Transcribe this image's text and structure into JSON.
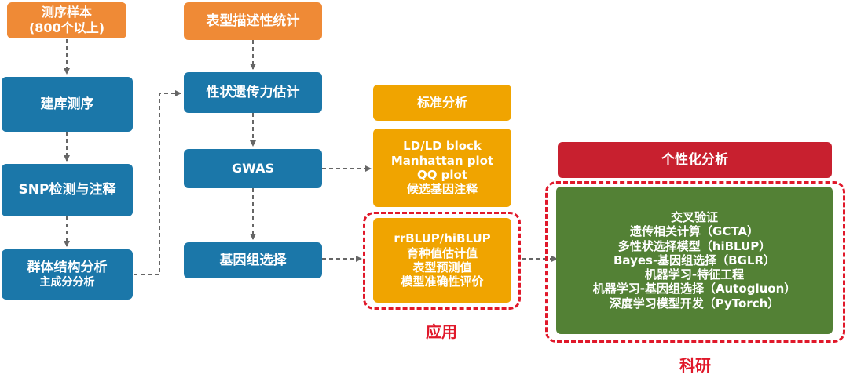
{
  "col1": {
    "sample": {
      "line1": "测序样本",
      "line2": "(800个以上)"
    },
    "library": "建库测序",
    "snp": "SNP检测与注释",
    "population": {
      "line1": "群体结构分析",
      "line2": "主成分分析"
    }
  },
  "col2": {
    "stats": "表型描述性统计",
    "heritability": "性状遗传力估计",
    "gwas": "GWAS",
    "genomic_selection": "基因组选择"
  },
  "standard": {
    "header": "标准分析",
    "items": [
      "LD/LD block",
      "Manhattan plot",
      "QQ plot",
      "候选基因注释"
    ]
  },
  "application": {
    "items": [
      "rrBLUP/hiBLUP",
      "育种值估计值",
      "表型预测值",
      "模型准确性评价"
    ],
    "label": "应用"
  },
  "personalized": {
    "header": "个性化分析",
    "items": [
      "交叉验证",
      "遗传相关计算（GCTA）",
      "多性状选择模型（hiBLUP）",
      "Bayes-基因组选择（BGLR）",
      "机器学习-特征工程",
      "机器学习-基因组选择（Autogluon）",
      "深度学习模型开发（PyTorch）"
    ],
    "label": "科研"
  },
  "colors": {
    "blue": "#1b77a9",
    "orange_header": "#ef8a36",
    "gold": "#f0a400",
    "red_header": "#c8202f",
    "green": "#538135",
    "dashed_red": "#e0182a",
    "arrow_gray": "#666666"
  }
}
